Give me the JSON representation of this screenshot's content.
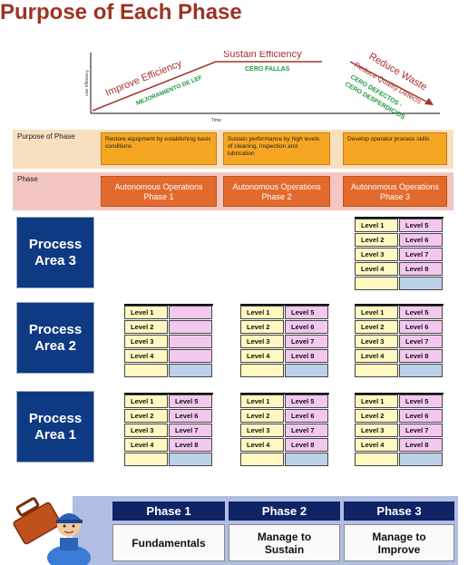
{
  "title": "Purpose of Each Phase",
  "chart": {
    "y_axis_label": "Line Efficiency",
    "x_axis_label": "Time",
    "improve_label": "Improve Efficiency",
    "improve_sub": "MEJORAMIENTO DE LEF",
    "sustain_label": "Sustain Efficiency",
    "sustain_sub": "CERO FALLAS",
    "waste_label": "Reduce Waste",
    "waste_sub": "Reduce Quality Defects",
    "waste_es": "CERO DEFECTOS -",
    "waste_es2": "CERO DESPERDICIOS",
    "colors": {
      "line": "#a8302a",
      "green": "#1e9a3c"
    }
  },
  "purpose_label": "Purpose of Phase",
  "purposes": [
    "Restore equipment by establishing basic conditions",
    "Sustain performance by high levels of cleaning, inspection and lubrication",
    "Develop operator process skills"
  ],
  "phase_label": "Phase",
  "phases": [
    {
      "line1": "Autonomous Operations",
      "line2": "Phase 1"
    },
    {
      "line1": "Autonomous Operations",
      "line2": "Phase 2"
    },
    {
      "line1": "Autonomous Operations",
      "line2": "Phase 3"
    }
  ],
  "areas": [
    {
      "line1": "Process",
      "line2": "Area 3"
    },
    {
      "line1": "Process",
      "line2": "Area 2"
    },
    {
      "line1": "Process",
      "line2": "Area 1"
    }
  ],
  "levels_left": [
    "Level 1",
    "Level 2",
    "Level 3",
    "Level 4"
  ],
  "levels_right": [
    "Level 5",
    "Level 6",
    "Level 7",
    "Level 8"
  ],
  "bottom": {
    "heads": [
      "Phase 1",
      "Phase 2",
      "Phase 3"
    ],
    "subs": [
      {
        "line1": "Fundamentals",
        "line2": ""
      },
      {
        "line1": "Manage to",
        "line2": "Sustain"
      },
      {
        "line1": "Manage to",
        "line2": "Improve"
      }
    ]
  },
  "icon": "worker-with-toolbox-icon"
}
